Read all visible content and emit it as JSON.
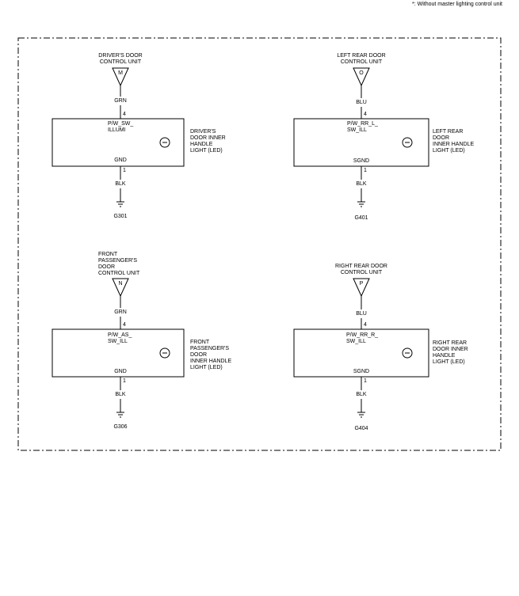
{
  "note": "*: Without master lighting control unit",
  "circuits": [
    {
      "unit_label": "DRIVER'S DOOR\nCONTROL UNIT",
      "unit_code": "M",
      "top_wire_color": "GRN",
      "top_pin": "4",
      "signal_label": "P/W_SW_\nILLUMI",
      "ground_label": "GND",
      "device_label": "DRIVER'S\nDOOR INNER\nHANDLE\nLIGHT (LED)",
      "bottom_pin": "1",
      "bottom_wire_color": "BLK",
      "ground_point": "G301"
    },
    {
      "unit_label": "LEFT REAR DOOR\nCONTROL UNIT",
      "unit_code": "O",
      "top_wire_color": "BLU",
      "top_pin": "4",
      "signal_label": "P/W_RR_L_\nSW_ILL",
      "ground_label": "SGND",
      "device_label": "LEFT REAR\nDOOR\nINNER HANDLE\nLIGHT (LED)",
      "bottom_pin": "1",
      "bottom_wire_color": "BLK",
      "ground_point": "G401"
    },
    {
      "unit_label": "FRONT\nPASSENGER'S\nDOOR\nCONTROL UNIT",
      "unit_code": "N",
      "top_wire_color": "GRN",
      "top_pin": "4",
      "signal_label": "P/W_AS_\nSW_ILL",
      "ground_label": "GND",
      "device_label": "FRONT\nPASSENGER'S\nDOOR\nINNER HANDLE\nLIGHT (LED)",
      "bottom_pin": "1",
      "bottom_wire_color": "BLK",
      "ground_point": "G306"
    },
    {
      "unit_label": "RIGHT REAR DOOR\nCONTROL UNIT",
      "unit_code": "P",
      "top_wire_color": "BLU",
      "top_pin": "4",
      "signal_label": "P/W_RR_R_\nSW_ILL",
      "ground_label": "SGND",
      "device_label": "RIGHT REAR\nDOOR INNER\nHANDLE\nLIGHT (LED)",
      "bottom_pin": "1",
      "bottom_wire_color": "BLK",
      "ground_point": "G404"
    }
  ]
}
